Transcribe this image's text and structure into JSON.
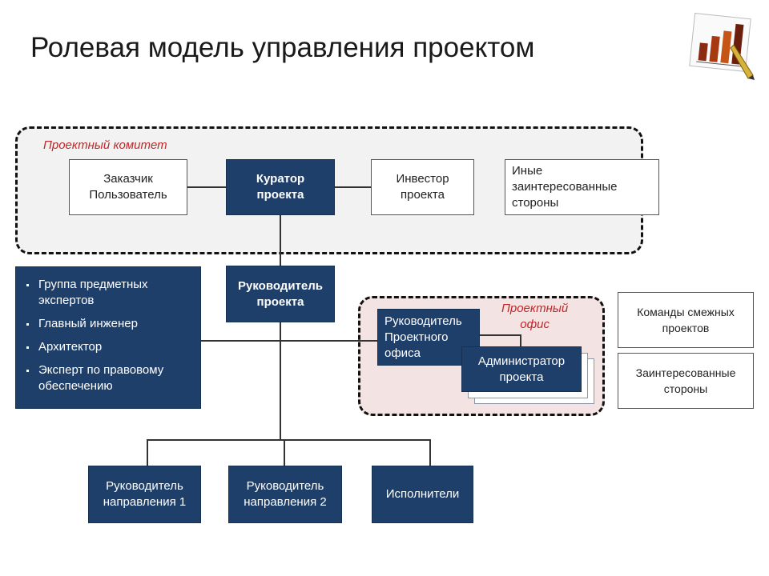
{
  "slide": {
    "title": "Ролевая модель управления проектом"
  },
  "colors": {
    "box_dark": "#1f3f6b",
    "label_red": "#c0282a",
    "committee_bg": "#f2f2f2",
    "office_bg": "#f4e3e3"
  },
  "committee": {
    "label": "Проектный комитет",
    "customer": "Заказчик\nПользователь",
    "curator": "Куратор\nпроекта",
    "investor": "Инвестор\nпроекта",
    "other_stakeholders": "Иные\nзаинтересованные\nстороны"
  },
  "project_manager": "Руководитель\nпроекта",
  "experts": {
    "items": [
      "Группа предметных экспертов",
      "Главный инженер",
      "Архитектор",
      "Эксперт по правовому обеспечению"
    ]
  },
  "office": {
    "label": "Проектный\nофис",
    "head": "Руководитель\nПроектного\nофиса",
    "administrator": "Администратор\nпроекта"
  },
  "side_boxes": {
    "adjacent_teams": "Команды смежных\nпроектов",
    "stakeholders": "Заинтересованные\nстороны"
  },
  "bottom": {
    "direction_1": "Руководитель\nнаправления 1",
    "direction_2": "Руководитель\nнаправления 2",
    "executors": "Исполнители"
  }
}
